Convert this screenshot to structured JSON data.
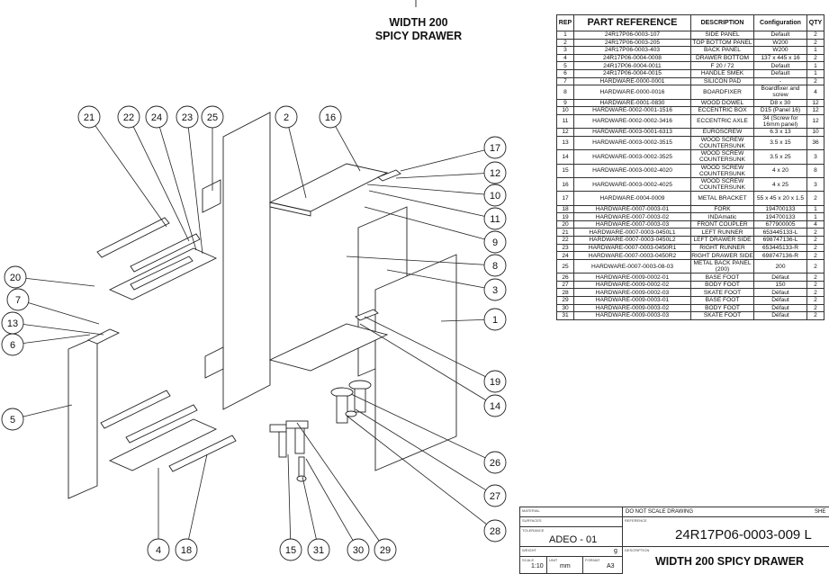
{
  "header": {
    "title_line1": "WIDTH 200",
    "title_line2": "SPICY DRAWER"
  },
  "callouts": [
    "1",
    "2",
    "3",
    "4",
    "5",
    "6",
    "7",
    "8",
    "9",
    "10",
    "11",
    "12",
    "13",
    "14",
    "15",
    "16",
    "17",
    "18",
    "19",
    "20",
    "21",
    "22",
    "23",
    "24",
    "25",
    "26",
    "27",
    "28",
    "29",
    "30",
    "31"
  ],
  "bom": {
    "headers": [
      "REP",
      "PART REFERENCE",
      "DESCRIPTION",
      "Configuration",
      "QTY"
    ],
    "rows": [
      [
        "1",
        "24R17P06-0003-107",
        "SIDE PANEL",
        "Default",
        "2"
      ],
      [
        "2",
        "24R17P06-0003-205",
        "TOP BOTTOM PANEL",
        "W200",
        "2"
      ],
      [
        "3",
        "24R17P06-0003-403",
        "BACK PANEL",
        "W200",
        "1"
      ],
      [
        "4",
        "24R17P06-0004-0008",
        "DRAWER BOTTOM",
        "137 x 445 x 16",
        "2"
      ],
      [
        "5",
        "24R17P06-0004-0011",
        "F 20 / 72",
        "Default",
        "1"
      ],
      [
        "6",
        "24R17P06-0004-0015",
        "HANDLE SMEK",
        "Default",
        "1"
      ],
      [
        "7",
        "HARDWARE-0000-0001",
        "SILICON PAD",
        "-",
        "2"
      ],
      [
        "8",
        "HARDWARE-0000-0016",
        "BOARDFIXER",
        "Boardfixer and screw",
        "4"
      ],
      [
        "9",
        "HARDWARE-0001-0830",
        "WOOD DOWEL",
        "D8 x 30",
        "12"
      ],
      [
        "10",
        "HARDWARE-0002-0001-1516",
        "ECCENTRIC BOX",
        "D15 (Panel 16)",
        "12"
      ],
      [
        "11",
        "HARDWARE-0002-0002-3416",
        "ECCENTRIC AXLE",
        "34 (Screw for 16mm panel)",
        "12"
      ],
      [
        "12",
        "HARDWARE-0003-0001-6313",
        "EUROSCREW",
        "6.3 x 13",
        "10"
      ],
      [
        "13",
        "HARDWARE-0003-0002-3515",
        "WOOD SCREW COUNTERSUNK",
        "3.5 x 15",
        "36"
      ],
      [
        "14",
        "HARDWARE-0003-0002-3525",
        "WOOD SCREW COUNTERSUNK",
        "3.5 x 25",
        "3"
      ],
      [
        "15",
        "HARDWARE-0003-0002-4020",
        "WOOD SCREW COUNTERSUNK",
        "4 x 20",
        "8"
      ],
      [
        "16",
        "HARDWARE-0003-0002-4025",
        "WOOD SCREW COUNTERSUNK",
        "4 x 25",
        "3"
      ],
      [
        "17",
        "HARDWARE-0004-0009",
        "METAL BRACKET",
        "55 x 45 x 20 x 1.5",
        "2"
      ],
      [
        "18",
        "HARDWARE-0007-0003-01",
        "FORK",
        "194700133",
        "1"
      ],
      [
        "19",
        "HARDWARE-0007-0003-02",
        "INDAmatic",
        "194700133",
        "1"
      ],
      [
        "20",
        "HARDWARE-0007-0003-03",
        "FRONT COUPLER",
        "677900005",
        "4"
      ],
      [
        "21",
        "HARDWARE-0007-0003-0450L1",
        "LEFT RUNNER",
        "653445133-L",
        "2"
      ],
      [
        "22",
        "HARDWARE-0007-0003-0450L2",
        "LEFT DRAWER SIDE",
        "698747136-L",
        "2"
      ],
      [
        "23",
        "HARDWARE-0007-0003-0450R1",
        "RIGHT RUNNER",
        "653445133-R",
        "2"
      ],
      [
        "24",
        "HARDWARE-0007-0003-0450R2",
        "RIGHT DRAWER SIDE",
        "698747136-R",
        "2"
      ],
      [
        "25",
        "HARDWARE-0007-0003-08-03",
        "METAL BACK PANEL (200)",
        "200",
        "2"
      ],
      [
        "26",
        "HARDWARE-0009-0002-01",
        "BASE FOOT",
        "Défaut",
        "2"
      ],
      [
        "27",
        "HARDWARE-0009-0002-02",
        "BODY FOOT",
        "150",
        "2"
      ],
      [
        "28",
        "HARDWARE-0009-0002-03",
        "SKATE FOOT",
        "Défaut",
        "2"
      ],
      [
        "29",
        "HARDWARE-0009-0003-01",
        "BASE FOOT",
        "Défaut",
        "2"
      ],
      [
        "30",
        "HARDWARE-0009-0003-02",
        "BODY FOOT",
        "Défaut",
        "2"
      ],
      [
        "31",
        "HARDWARE-0009-0003-03",
        "SKATE FOOT",
        "Défaut",
        "2"
      ]
    ]
  },
  "title_block": {
    "material_label": "MATERIAL",
    "surface_label": "SURFACES",
    "tolerance_label": "TOLERANCE",
    "tolerance_value": "ADEO - 01",
    "weight_label": "WEIGHT",
    "weight_value": "g",
    "scale_label": "SCALE",
    "scale_value": "1:10",
    "unit_label": "UNIT",
    "unit_value": "mm",
    "format_label": "FORMAT",
    "format_value": "A3",
    "no_scale": "DO NOT SCALE DRAWING",
    "sheet_label": "SHE",
    "reference_label": "REFERENCE",
    "reference_value": "24R17P06-0003-009 L",
    "description_label": "DESCRIPTION",
    "description_value": "WIDTH 200 SPICY DRAWER"
  }
}
